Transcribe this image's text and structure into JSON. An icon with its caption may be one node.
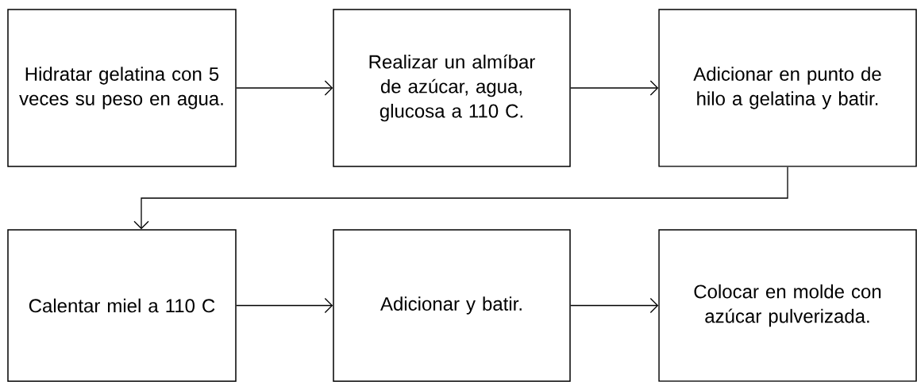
{
  "diagram": {
    "nodes": [
      {
        "text": [
          "Hidratar gelatina con 5 veces su peso en agua."
        ]
      },
      {
        "text": [
          "Realizar un almíbar de azúcar, agua, glucosa a 110 C."
        ]
      },
      {
        "text": [
          "Adicionar en punto de hilo a gelatina y batir."
        ]
      },
      {
        "text": [
          "Calentar miel a 110 C"
        ]
      },
      {
        "text": [
          "Adicionar y batir."
        ]
      },
      {
        "text": [
          "Colocar en molde con azúcar pulverizada."
        ]
      }
    ],
    "edges": [
      {
        "from": 0,
        "to": 1,
        "arrow": "to"
      },
      {
        "from": 1,
        "to": 2,
        "arrow": "to"
      },
      {
        "from": 2,
        "to": 3,
        "arrow": "to"
      },
      {
        "from": 3,
        "to": 4,
        "arrow": "to"
      },
      {
        "from": 4,
        "to": 5,
        "arrow": "to"
      }
    ]
  }
}
